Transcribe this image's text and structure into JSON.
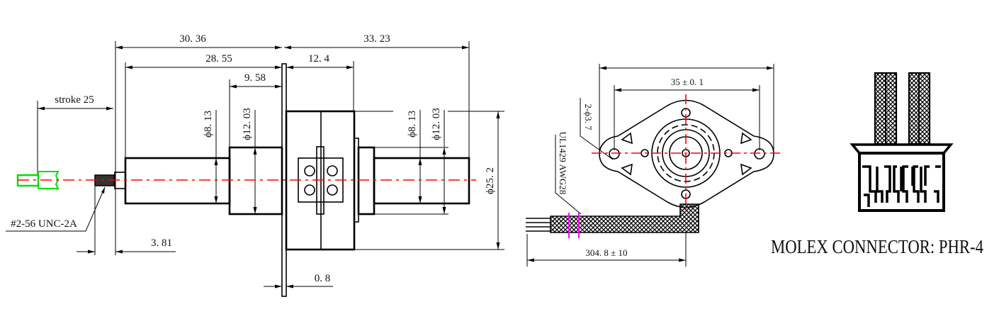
{
  "side_view": {
    "dim_rear_length": "30. 36",
    "dim_front_length": "33. 23",
    "dim_rear_shaft_length": "28. 55",
    "dim_body_length": "12. 4",
    "dim_rear_collar": "9. 58",
    "stroke_label": "stroke 25",
    "shaft_dia_rear": "ϕ8. 13",
    "collar_dia_rear": "ϕ12. 03",
    "shaft_dia_front": "ϕ8. 13",
    "collar_dia_front": "ϕ12. 03",
    "body_dia": "ϕ25. 2",
    "thread_label": "#2-56 UNC-2A",
    "dim_thread_length": "3. 81",
    "dim_flange_thickness": "0. 8"
  },
  "front_view": {
    "hole_spacing": "35 ± 0. 1",
    "hole_label": "2-ϕ3. 7",
    "wire_label": "UL1429 AWG28",
    "lead_length": "304. 8 ± 10"
  },
  "connector": {
    "label": "MOLEX CONNECTOR: PHR-4"
  },
  "colors": {
    "centerline": "#ff0000",
    "extended_position": "#00dd00",
    "cut_mark": "#ff00ff"
  }
}
